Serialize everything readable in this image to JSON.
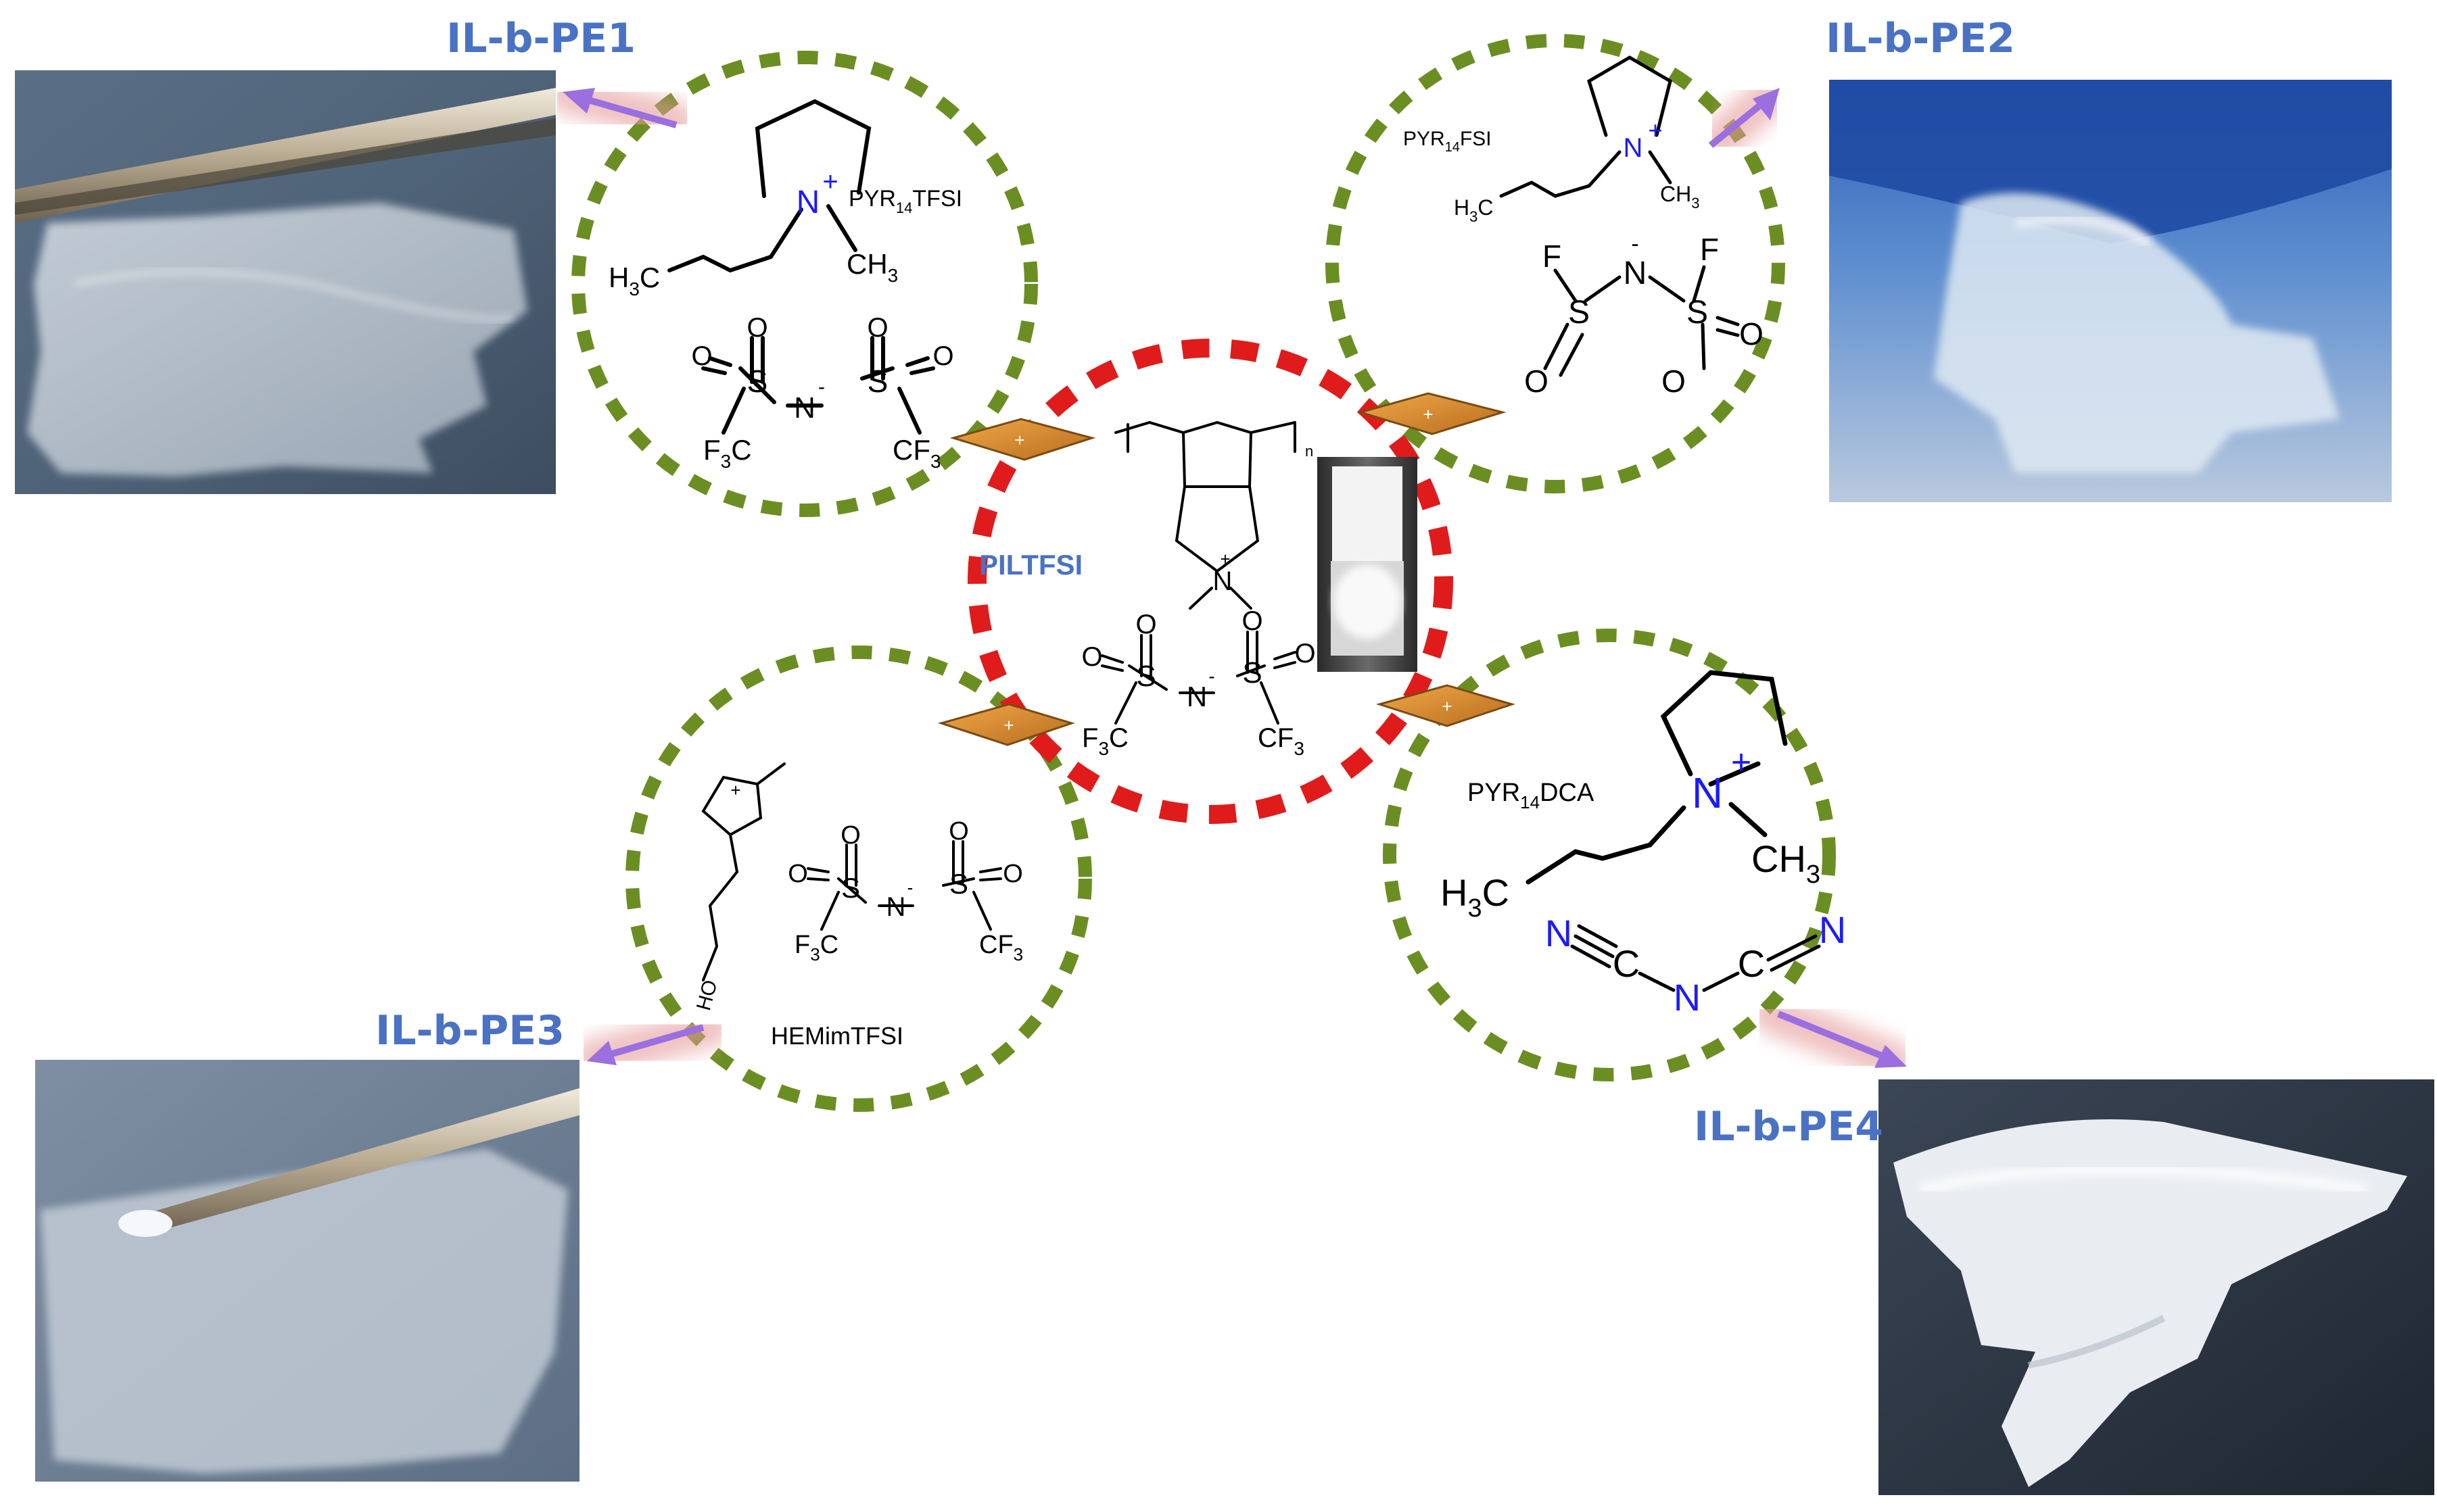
{
  "samples": [
    {
      "label": "IL-b-PE1",
      "ionic_liquid": "PYR14TFSI"
    },
    {
      "label": "IL-b-PE2",
      "ionic_liquid": "PYR14FSI"
    },
    {
      "label": "IL-b-PE3",
      "ionic_liquid": "HEMimTFSI"
    },
    {
      "label": "IL-b-PE4",
      "ionic_liquid": "PYR14DCA"
    }
  ],
  "center": {
    "label": "PILTFSI"
  },
  "molecules": {
    "pyr14tfsi": {
      "name_base": "PYR",
      "name_sub": "14",
      "name_rest": "TFSI"
    },
    "pyr14fsi": {
      "name_base": "PYR",
      "name_sub": "14",
      "name_rest": "FSI"
    },
    "pyr14dca": {
      "name_base": "PYR",
      "name_sub": "14",
      "name_rest": "DCA"
    },
    "hemimtfsi": {
      "name": "HEMimTFSI"
    }
  },
  "atoms": {
    "N": "N",
    "S": "S",
    "O": "O",
    "F": "F",
    "C": "C",
    "OH": "HO",
    "plus": "+",
    "minus": "-",
    "n": "n",
    "H3C": {
      "base": "H",
      "sub": "3",
      "rest": "C"
    },
    "CH3": {
      "base": "CH",
      "sub": "3"
    },
    "F3C": {
      "base": "F",
      "sub": "3",
      "rest": "C"
    },
    "CF3": {
      "base": "CF",
      "sub": "3"
    }
  },
  "colors": {
    "label_blue": "#4a72c4",
    "green_dash": "#6b8e23",
    "red_dash": "#e01b1b",
    "nitrogen_blue": "#1a1aff",
    "arrow_purple": "#9b6fe0",
    "arrow_glow": "#e69a9a",
    "orange_tile": "#d98b2b"
  }
}
